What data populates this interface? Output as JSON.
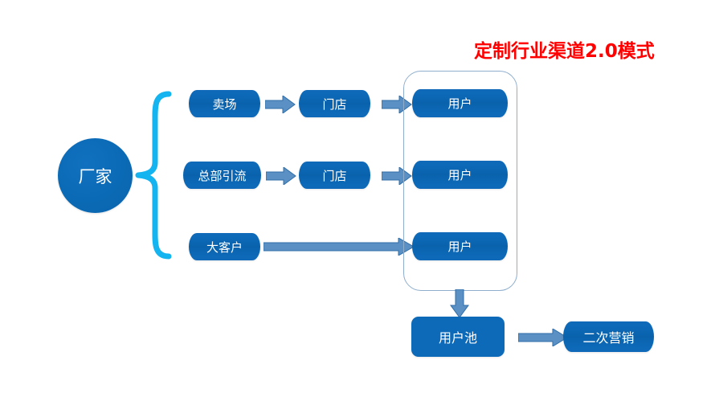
{
  "title": "定制行业渠道2.0模式",
  "title_color": "#FF0000",
  "palette": {
    "box_blue": "#0d6ab9",
    "circle_blue": "#0b6ab5",
    "arrow_blue": "#4a87bf",
    "brace_cyan": "#14b4f0",
    "container_border": "#8faecd",
    "background": "#ffffff",
    "text_white": "#ffffff"
  },
  "source": {
    "label": "厂家",
    "shape": "circle"
  },
  "brace": {
    "name": "curly-brace",
    "color": "#14b4f0",
    "direction": "left"
  },
  "channels": [
    {
      "label": "卖场",
      "shape": "cylinder"
    },
    {
      "label": "总部引流",
      "shape": "cylinder"
    },
    {
      "label": "大客户",
      "shape": "cylinder"
    }
  ],
  "stores": [
    {
      "label": "门店",
      "shape": "cylinder"
    },
    {
      "label": "门店",
      "shape": "cylinder"
    }
  ],
  "users": [
    {
      "label": "用户",
      "shape": "cylinder"
    },
    {
      "label": "用户",
      "shape": "cylinder"
    },
    {
      "label": "用户",
      "shape": "cylinder"
    }
  ],
  "user_container": {
    "name": "user-group-container"
  },
  "pool": {
    "label": "用户池",
    "shape": "rounded-rect"
  },
  "remarketing": {
    "label": "二次营销",
    "shape": "cylinder"
  },
  "arrows": [
    {
      "name": "arrow-maichang-to-mendian",
      "direction": "right",
      "style": "short-block"
    },
    {
      "name": "arrow-mendian-to-yonghu-1",
      "direction": "right",
      "style": "short-block"
    },
    {
      "name": "arrow-zongbu-to-mendian",
      "direction": "right",
      "style": "short-block"
    },
    {
      "name": "arrow-mendian-to-yonghu-2",
      "direction": "right",
      "style": "short-block"
    },
    {
      "name": "arrow-dakehu-to-yonghu-3",
      "direction": "right",
      "style": "long-block"
    },
    {
      "name": "arrow-container-to-pool",
      "direction": "down",
      "style": "block"
    },
    {
      "name": "arrow-pool-to-remarketing",
      "direction": "right",
      "style": "long-block"
    }
  ]
}
